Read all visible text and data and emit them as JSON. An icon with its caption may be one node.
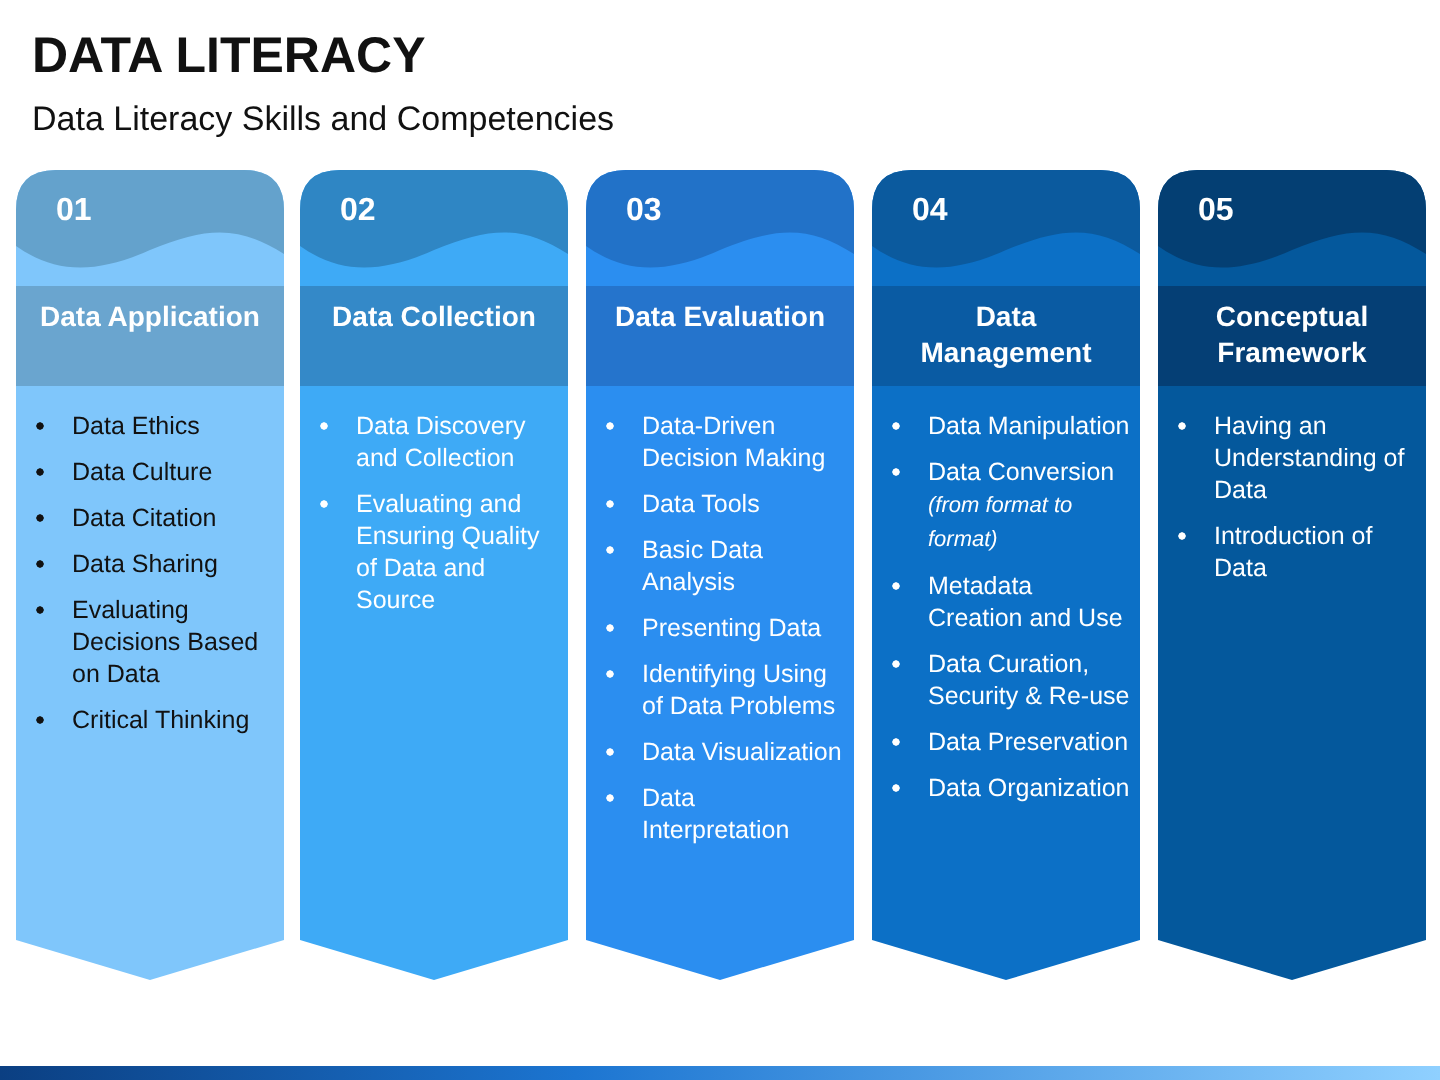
{
  "diagram": {
    "title": "DATA LITERACY",
    "nodes": [
      {
        "text": [
          "01",
          "Data Application",
          "Data Ethics",
          "Data Culture",
          "Data Citation",
          "Data Sharing",
          "Evaluating Decisions Based on Data",
          "Critical Thinking"
        ]
      },
      {
        "text": [
          "02",
          "Data Collection",
          "Data Discovery and Collection",
          "Evaluating and Ensuring Quality of Data and Source"
        ]
      },
      {
        "text": [
          "03",
          "Data Evaluation",
          "Data-Driven Decision Making",
          "Data Tools",
          "Basic Data Analysis",
          "Presenting Data",
          "Identifying Using of Data Problems",
          "Data Visualization",
          "Data Interpretation"
        ]
      },
      {
        "text": [
          "04",
          "Data Management",
          "Data Manipulation",
          "Data Conversion *(from format to format)*",
          "Metadata Creation and Use",
          "Data Curation, Security & Re-use",
          "Data Preservation",
          "Data Organization"
        ]
      },
      {
        "text": [
          "05",
          "Conceptual Framework",
          "Having an Understanding of Data",
          "Introduction of Data"
        ]
      }
    ],
    "labels": [
      "Data Literacy Skills and Competencies"
    ]
  }
}
